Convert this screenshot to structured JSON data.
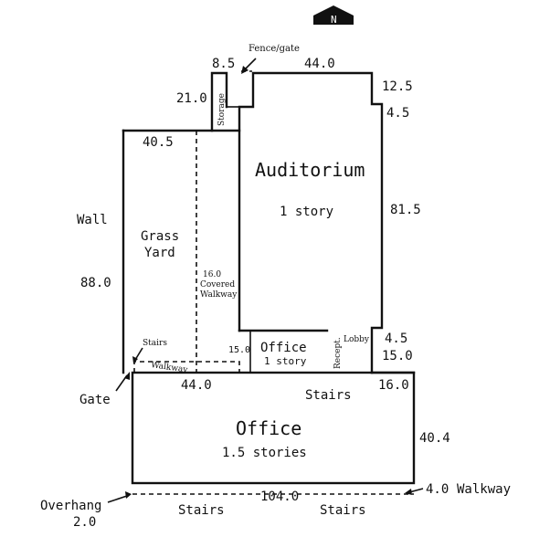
{
  "north": "N",
  "rooms": {
    "auditorium": "Auditorium",
    "auditorium_story": "1 story",
    "grass_yard_1": "Grass",
    "grass_yard_2": "Yard",
    "office_small": "Office",
    "office_small_story": "1 story",
    "office_main": "Office",
    "office_main_story": "1.5 stories",
    "storage": "Storage",
    "recept": "Recept.",
    "lobby": "Lobby"
  },
  "labels": {
    "fence_gate": "Fence/gate",
    "wall": "Wall",
    "gate": "Gate",
    "stairs_small": "Stairs",
    "walkway_small": "Walkway",
    "stairs_mid": "Stairs",
    "stairs_bottom_left": "Stairs",
    "stairs_bottom_right": "Stairs",
    "overhang": "Overhang",
    "walkway_right": "Walkway",
    "covered_walkway_1": "16.0",
    "covered_walkway_2": "Covered",
    "covered_walkway_3": "Walkway"
  },
  "dimensions": {
    "d_8_5": "8.5",
    "d_44_top": "44.0",
    "d_12_5": "12.5",
    "d_4_5_top": "4.5",
    "d_21_0": "21.0",
    "d_40_5": "40.5",
    "d_81_5": "81.5",
    "d_88_0": "88.0",
    "d_4_5_mid": "4.5",
    "d_15_0_right": "15.0",
    "d_15_0_left": "15.0",
    "d_44_mid": "44.0",
    "d_16_0": "16.0",
    "d_40_4": "40.4",
    "d_104_0": "104.0",
    "d_4_0": "4.0",
    "d_2_0": "2.0"
  }
}
